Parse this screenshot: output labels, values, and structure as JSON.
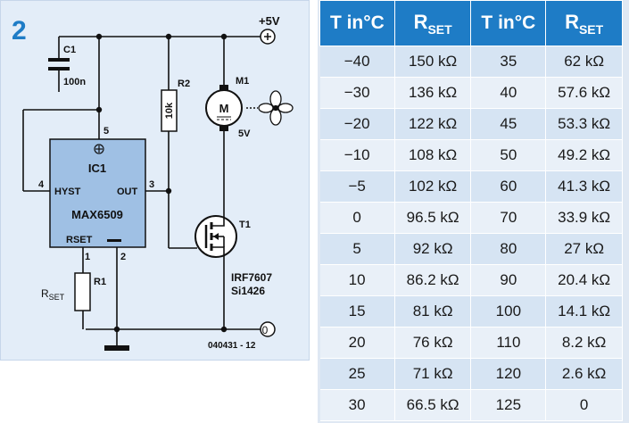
{
  "schematic": {
    "figure_number": "2",
    "supply_label": "+5V",
    "ground_label": "0",
    "capacitor": {
      "ref": "C1",
      "value": "100n"
    },
    "resistor_r2": {
      "ref": "R2",
      "value": "10k"
    },
    "motor": {
      "ref": "M1",
      "symbol": "M",
      "voltage": "5V"
    },
    "ic": {
      "ref": "IC1",
      "part": "MAX6509",
      "pin_hyst": "HYST",
      "pin_out": "OUT",
      "pin_rset": "RSET",
      "pin1": "1",
      "pin2": "2",
      "pin3": "3",
      "pin4": "4",
      "pin5": "5"
    },
    "transistor": {
      "ref": "T1",
      "part1": "IRF7607",
      "part2": "Si1426"
    },
    "resistor_r1": {
      "ref": "R1",
      "label_main": "R",
      "label_sub": "SET"
    },
    "diagram_code": "040431 - 12"
  },
  "table": {
    "header": {
      "t_label": "T in°C",
      "r_main": "R",
      "r_sub": "SET"
    },
    "rows": [
      [
        "−40",
        "150 kΩ",
        "35",
        "62 kΩ"
      ],
      [
        "−30",
        "136 kΩ",
        "40",
        "57.6 kΩ"
      ],
      [
        "−20",
        "122 kΩ",
        "45",
        "53.3 kΩ"
      ],
      [
        "−10",
        "108 kΩ",
        "50",
        "49.2 kΩ"
      ],
      [
        "−5",
        "102 kΩ",
        "60",
        "41.3 kΩ"
      ],
      [
        "0",
        "96.5 kΩ",
        "70",
        "33.9 kΩ"
      ],
      [
        "5",
        "92 kΩ",
        "80",
        "27 kΩ"
      ],
      [
        "10",
        "86.2 kΩ",
        "90",
        "20.4 kΩ"
      ],
      [
        "15",
        "81 kΩ",
        "100",
        "14.1 kΩ"
      ],
      [
        "20",
        "76 kΩ",
        "110",
        "8.2 kΩ"
      ],
      [
        "25",
        "71 kΩ",
        "120",
        "2.6 kΩ"
      ],
      [
        "30",
        "66.5 kΩ",
        "125",
        "0"
      ]
    ]
  },
  "colors": {
    "header_blue": "#1e7cc6",
    "cell_blue": "#d6e4f3",
    "panel_bg": "#e3edf8",
    "ic_fill": "#9fc0e4",
    "figure_number_color": "#1e7cc6"
  }
}
